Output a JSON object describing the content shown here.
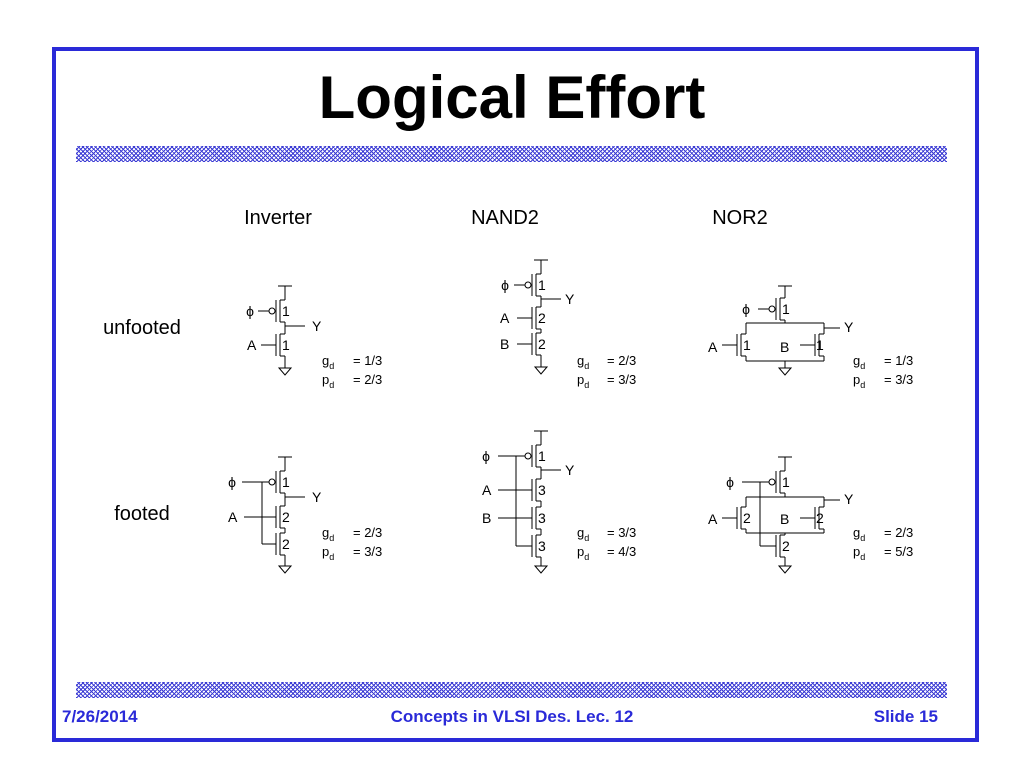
{
  "slide": {
    "title": "Logical Effort",
    "footer": {
      "date": "7/26/2014",
      "course": "Concepts in VLSI Des. Lec. 12",
      "slide": "Slide 15"
    }
  },
  "columns": [
    "Inverter",
    "NAND2",
    "NOR2"
  ],
  "rows": [
    "unfooted",
    "footed"
  ],
  "labels": {
    "phi": "ϕ",
    "a": "A",
    "b": "B",
    "y": "Y",
    "g": "g",
    "p": "p",
    "sub": "d"
  },
  "cells": {
    "inv_unfooted": {
      "clk_size": "1",
      "a_size": "1",
      "g": "= 1/3",
      "p": "= 2/3"
    },
    "nand_unfooted": {
      "clk_size": "1",
      "a_size": "2",
      "b_size": "2",
      "g": "= 2/3",
      "p": "= 3/3"
    },
    "nor_unfooted": {
      "clk_size": "1",
      "a_size": "1",
      "b_size": "1",
      "g": "= 1/3",
      "p": "= 3/3"
    },
    "inv_footed": {
      "clk_size": "1",
      "a_size": "2",
      "foot_size": "2",
      "g": "= 2/3",
      "p": "= 3/3"
    },
    "nand_footed": {
      "clk_size": "1",
      "a_size": "3",
      "b_size": "3",
      "foot_size": "3",
      "g": "= 3/3",
      "p": "= 4/3"
    },
    "nor_footed": {
      "clk_size": "1",
      "a_size": "2",
      "b_size": "2",
      "foot_size": "2",
      "g": "= 2/3",
      "p": "= 5/3"
    }
  }
}
